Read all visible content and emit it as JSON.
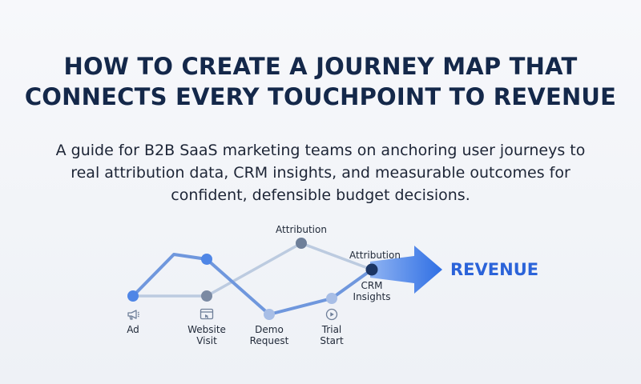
{
  "header": {
    "title_line1": "HOW TO CREATE A JOURNEY MAP THAT",
    "title_line2": "CONNECTS EVERY TOUCHPOINT TO REVENUE",
    "subtitle": "A guide for B2B SaaS marketing teams on anchoring user journeys to real attribution data, CRM insights, and measurable outcomes for confident, defensible budget decisions."
  },
  "diagram": {
    "labels": {
      "attribution_top": "Attribution",
      "attribution_right": "Attribution",
      "crm_line1": "CRM",
      "crm_line2": "Insights",
      "revenue": "REVENUE"
    },
    "touchpoints": [
      {
        "line1": "Ad",
        "line2": "",
        "icon": "megaphone-icon"
      },
      {
        "line1": "Website",
        "line2": "Visit",
        "icon": "browser-window-icon"
      },
      {
        "line1": "Demo",
        "line2": "Request",
        "icon": ""
      },
      {
        "line1": "Trial",
        "line2": "Start",
        "icon": "play-circle-icon"
      }
    ],
    "colors": {
      "path_primary": "#6f97dd",
      "path_secondary": "#b9c8de",
      "node_blue": "#4f86e6",
      "node_gray": "#7b8aa3",
      "node_light": "#a8bee6",
      "node_final": "#1c3563",
      "arrow": "#3c79e6",
      "revenue_text": "#2b63d9"
    }
  }
}
